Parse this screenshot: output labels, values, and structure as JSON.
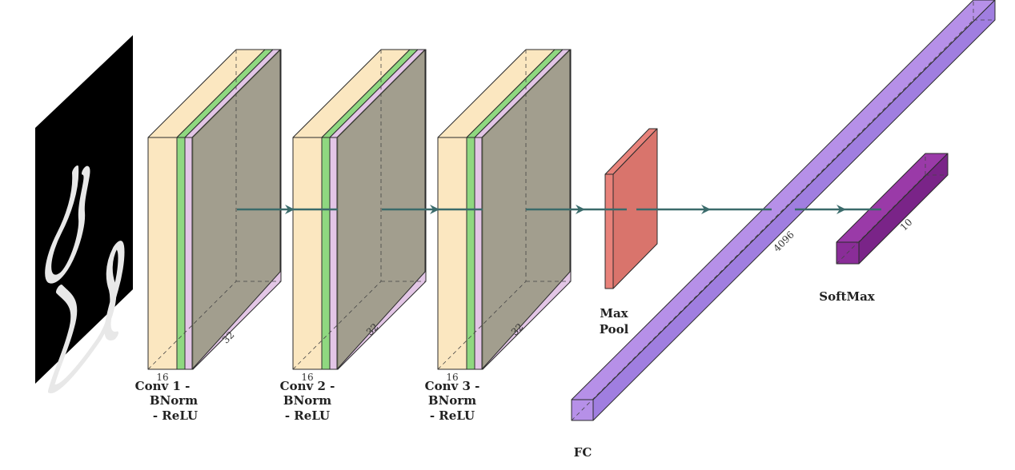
{
  "diagram": {
    "colors": {
      "conv": "#fbe7c0",
      "bnorm": "#8fd880",
      "relu": "#e3c6e6",
      "overlay": "#8c9070",
      "pool": "#e8827a",
      "fc": "#b690e8",
      "softmax": "#8a2d98",
      "arrow": "#3a6b6b",
      "input": "#000000"
    },
    "blocks": [
      {
        "label_lines": [
          "Conv 1 -",
          "BNorm",
          "- ReLU"
        ],
        "depth_label": "16",
        "channel_label": "32"
      },
      {
        "label_lines": [
          "Conv 2 -",
          "BNorm",
          "- ReLU"
        ],
        "depth_label": "16",
        "channel_label": "32"
      },
      {
        "label_lines": [
          "Conv 3 -",
          "BNorm",
          "- ReLU"
        ],
        "depth_label": "16",
        "channel_label": "32"
      }
    ],
    "pool": {
      "label_lines": [
        "Max",
        "Pool"
      ]
    },
    "fc": {
      "label": "FC",
      "size_label": "4096"
    },
    "softmax": {
      "label": "SoftMax",
      "size_label": "10"
    },
    "input": {
      "icon": "handwritten-digit-image"
    }
  }
}
